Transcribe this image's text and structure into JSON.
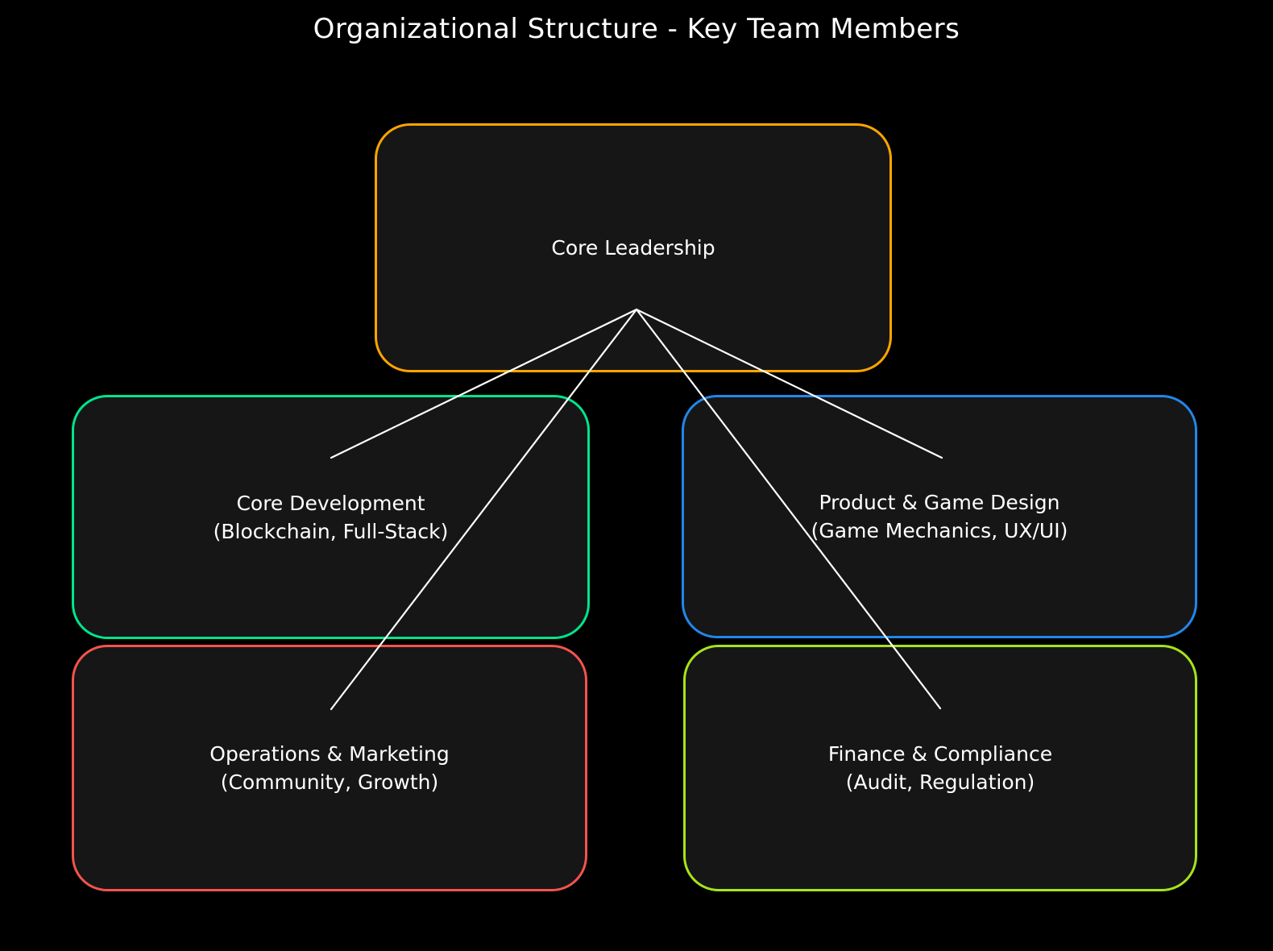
{
  "title": "Organizational Structure - Key Team Members",
  "colors": {
    "background": "#000000",
    "node_fill": "#161616",
    "edge_line": "#ffffff",
    "text": "#ffffff"
  },
  "root": {
    "id": "core-leadership",
    "label": "Core Leadership",
    "border_color": "#FFA500"
  },
  "children": [
    {
      "id": "core-development",
      "label": "Core Development",
      "sublabel": "(Blockchain, Full-Stack)",
      "border_color": "#00E58C"
    },
    {
      "id": "product-game-design",
      "label": "Product & Game Design",
      "sublabel": "(Game Mechanics, UX/UI)",
      "border_color": "#2187EA"
    },
    {
      "id": "operations-marketing",
      "label": "Operations & Marketing",
      "sublabel": "(Community, Growth)",
      "border_color": "#F2544D"
    },
    {
      "id": "finance-compliance",
      "label": "Finance & Compliance",
      "sublabel": "(Audit, Regulation)",
      "border_color": "#A6E41C"
    }
  ],
  "edges": [
    {
      "from": "core-leadership",
      "to": "core-development"
    },
    {
      "from": "core-leadership",
      "to": "operations-marketing"
    },
    {
      "from": "core-leadership",
      "to": "product-game-design"
    },
    {
      "from": "core-leadership",
      "to": "finance-compliance"
    }
  ]
}
